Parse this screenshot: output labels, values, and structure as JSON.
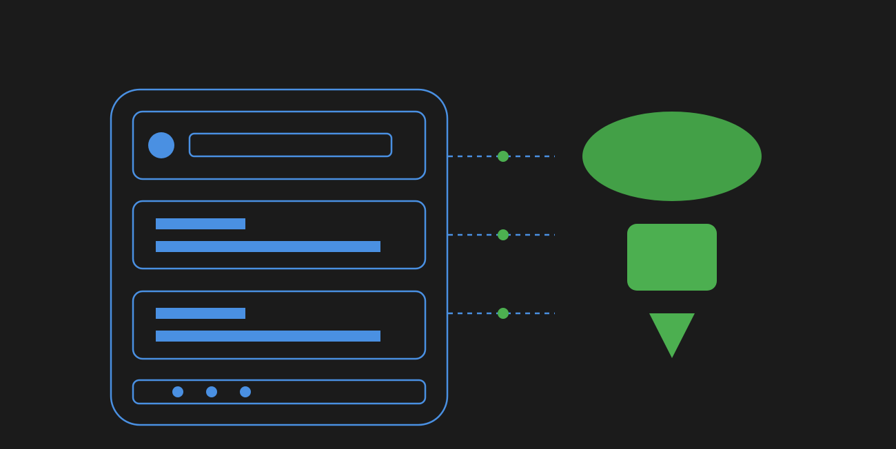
{
  "diagram": {
    "colors": {
      "background": "#1b1b1b",
      "outline": "#4a90e2",
      "fill": "#4a90e2",
      "connector": "#4a90e2",
      "node": "#4caf50",
      "ellipse": "#43a047",
      "rectangle": "#4caf50",
      "triangle": "#4caf50"
    },
    "panel": {
      "rows": [
        {
          "kind": "avatar-input"
        },
        {
          "kind": "text-lines",
          "lines": 2
        },
        {
          "kind": "text-lines",
          "lines": 2
        },
        {
          "kind": "dots",
          "count": 3
        }
      ]
    },
    "connectors": {
      "count": 3,
      "style": "dashed"
    },
    "shapes": [
      "ellipse",
      "rounded-rectangle",
      "triangle"
    ]
  }
}
